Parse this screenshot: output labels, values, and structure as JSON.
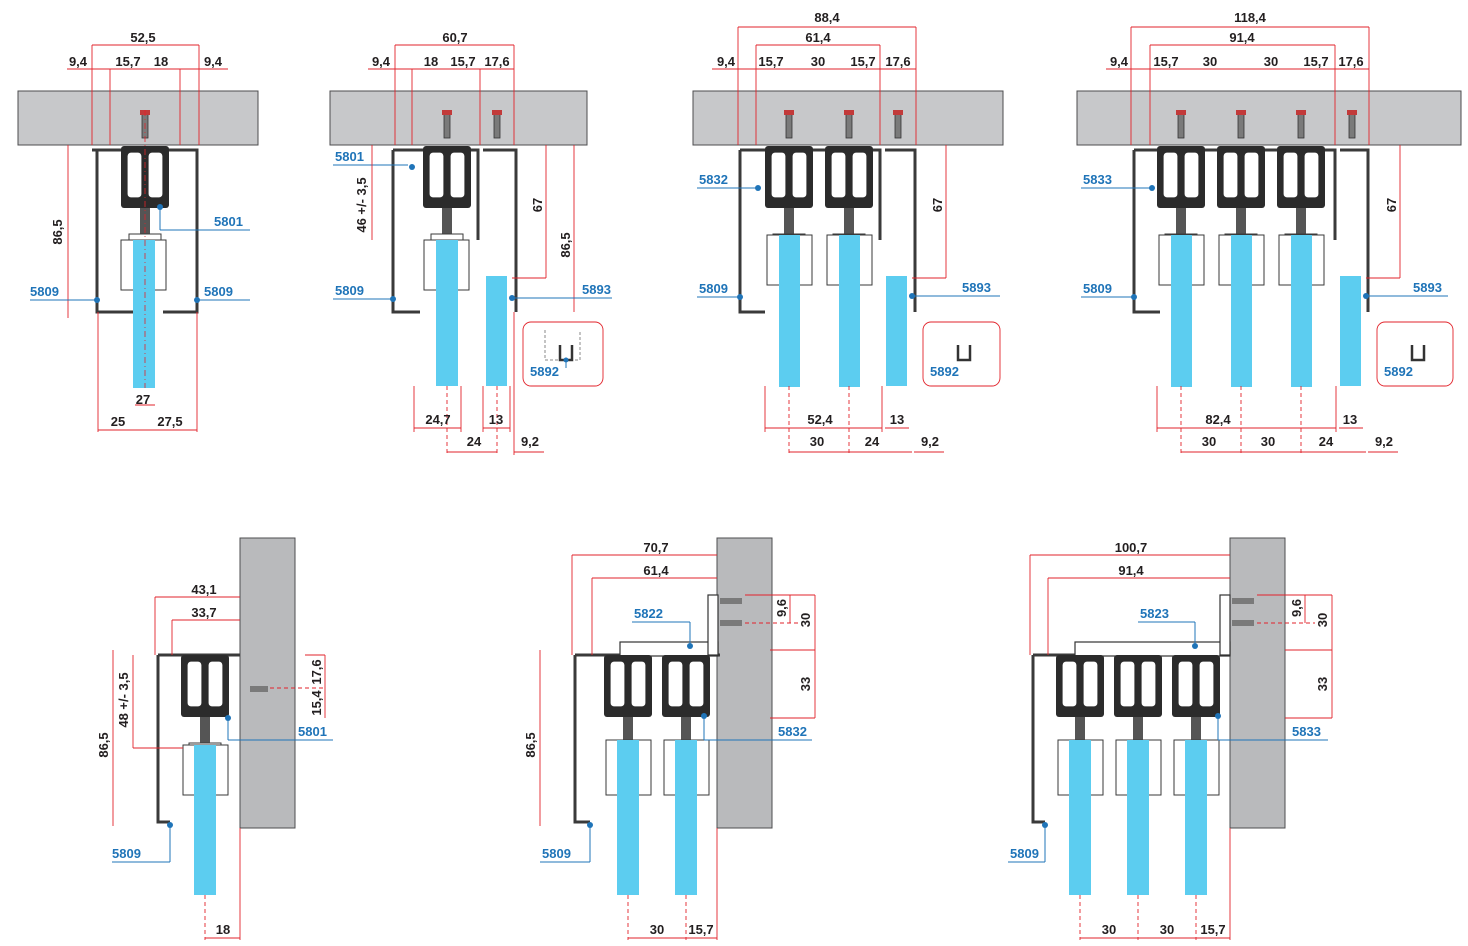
{
  "colors": {
    "dimension_line": "#e2232b",
    "code_label": "#1f74b8",
    "glass": "#5ccdf0",
    "ceiling": "#c7c8ca",
    "wall": "#b9babc"
  },
  "d1": {
    "top": "52,5",
    "l": "9,4",
    "a": "15,7",
    "b": "18",
    "r": "9,4",
    "h": "86,5",
    "code_rail": "5801",
    "code_l": "5809",
    "code_r": "5809",
    "bot": "27",
    "bl": "25",
    "br": "27,5"
  },
  "d2": {
    "top": "60,7",
    "l": "9,4",
    "a": "18",
    "b": "15,7",
    "c": "17,6",
    "code_rail": "5801",
    "adj": "46 +/- 3,5",
    "code_l": "5809",
    "v67": "67",
    "v865": "86,5",
    "code_stop": "5893",
    "code_detail": "5892",
    "b1": "24,7",
    "b2": "13",
    "b3": "24",
    "b4": "9,2"
  },
  "d3": {
    "top": "88,4",
    "t2": "61,4",
    "l": "9,4",
    "a": "15,7",
    "b": "30",
    "c": "15,7",
    "d": "17,6",
    "code_rail": "5832",
    "code_l": "5809",
    "v67": "67",
    "code_stop": "5893",
    "code_detail": "5892",
    "b1": "52,4",
    "b2": "13",
    "b3": "30",
    "b4": "24",
    "b5": "9,2"
  },
  "d4": {
    "top": "118,4",
    "t2": "91,4",
    "l": "9,4",
    "a": "15,7",
    "b": "30",
    "c": "30",
    "d": "15,7",
    "e": "17,6",
    "code_rail": "5833",
    "code_l": "5809",
    "v67": "67",
    "code_stop": "5893",
    "code_detail": "5892",
    "b1": "82,4",
    "b2": "13",
    "b3": "30",
    "b4": "30",
    "b5": "24",
    "b6": "9,2"
  },
  "d5": {
    "t1": "43,1",
    "t2": "33,7",
    "adj": "48 +/- 3,5",
    "h": "86,5",
    "r1": "17,6",
    "r2": "15,4",
    "code_rail": "5801",
    "code_l": "5809",
    "bot": "18"
  },
  "d6": {
    "t1": "70,7",
    "t2": "61,4",
    "code_bracket": "5822",
    "r1": "9,6",
    "r2": "30",
    "r3": "33",
    "h": "86,5",
    "code_rail": "5832",
    "code_l": "5809",
    "b1": "30",
    "b2": "15,7"
  },
  "d7": {
    "t1": "100,7",
    "t2": "91,4",
    "code_bracket": "5823",
    "r1": "9,6",
    "r2": "30",
    "r3": "33",
    "code_rail": "5833",
    "code_l": "5809",
    "b1": "30",
    "b2": "30",
    "b3": "15,7"
  }
}
